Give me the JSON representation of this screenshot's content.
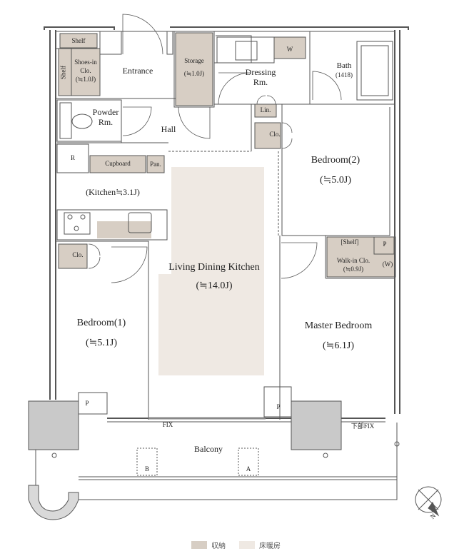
{
  "rooms": {
    "shelf_top": "Shelf",
    "shelf_side": "Shelf",
    "shoes_line1": "Shoes-in",
    "shoes_line2": "Clo.",
    "shoes_area": "(≒1.0J)",
    "entrance": "Entrance",
    "storage": "Storage",
    "storage_area": "(≒1.0J)",
    "w_top": "W",
    "dressing_line1": "Dressing",
    "dressing_line2": "Rm.",
    "bath": "Bath",
    "bath_size": "(1418)",
    "powder_line1": "Powder",
    "powder_line2": "Rm.",
    "hall": "Hall",
    "lin": "Lin.",
    "clo_bed2": "Clo.",
    "r": "R",
    "cupboard": "Cupboard",
    "pan": "Pan.",
    "kitchen": "(Kitchen≒3.1J)",
    "bedroom2": "Bedroom(2)",
    "bedroom2_area": "(≒5.0J)",
    "shelf_wic": "[Shelf]",
    "p_wic": "P",
    "wic_line1": "Walk-in Clo.",
    "wic_line2": "(≒0.9J)",
    "w_wic": "(W)",
    "clo_bed1": "Clo.",
    "ldk": "Living Dining Kitchen",
    "ldk_area": "(≒14.0J)",
    "bedroom1": "Bedroom(1)",
    "bedroom1_area": "(≒5.1J)",
    "master": "Master Bedroom",
    "master_area": "(≒6.1J)",
    "p_left": "P",
    "p_right": "P",
    "fix": "FIX",
    "fix_lower": "下部FIX",
    "balcony": "Balcony",
    "unit_b": "B",
    "unit_a": "A",
    "north": "N"
  },
  "legend": {
    "storage_label": "収納",
    "floor_heating_label": "床暖房"
  },
  "colors": {
    "storage": "#d7cec4",
    "floor_heating": "#efe9e3",
    "wall": "#555555",
    "column": "#c9c9c9"
  }
}
